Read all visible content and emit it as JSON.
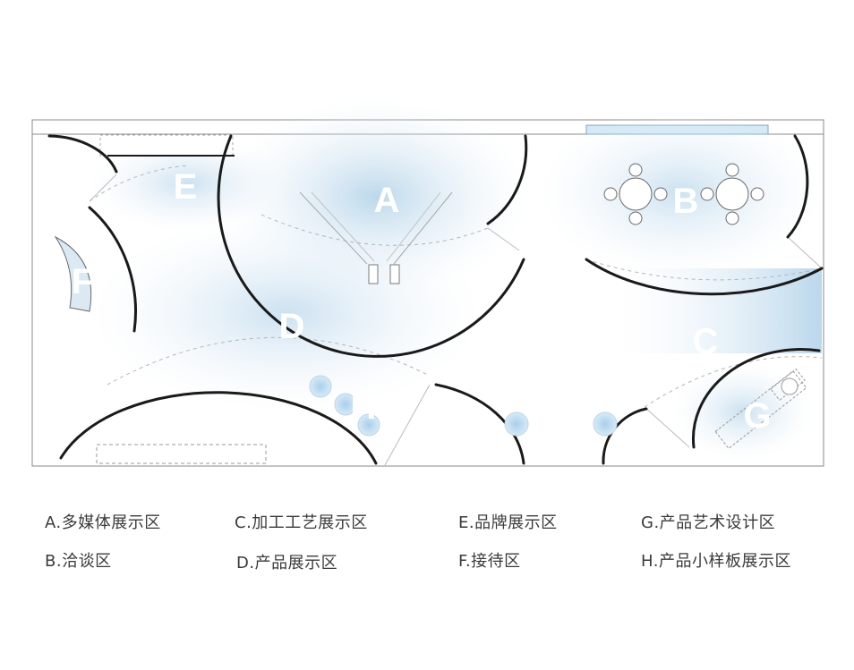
{
  "zones": {
    "A": "A",
    "B": "B",
    "C": "C",
    "D": "D",
    "E": "E",
    "F": "F",
    "G": "G",
    "H": "H"
  },
  "legend": [
    {
      "key": "A",
      "text": "A.多媒体展示区"
    },
    {
      "key": "C",
      "text": "C.加工工艺展示区"
    },
    {
      "key": "E",
      "text": "E.品牌展示区"
    },
    {
      "key": "G",
      "text": "G.产品艺术设计区"
    },
    {
      "key": "B",
      "text": "B.洽谈区"
    },
    {
      "key": "D",
      "text": "D.产品展示区"
    },
    {
      "key": "F",
      "text": "F.接待区"
    },
    {
      "key": "H",
      "text": "H.产品小样板展示区"
    }
  ],
  "colors": {
    "glow": "#cfe3f1",
    "wall": "#1a1a1a",
    "outline": "#8a8a8a",
    "letter": "#ffffff",
    "legend_text": "#3a3a3a"
  }
}
